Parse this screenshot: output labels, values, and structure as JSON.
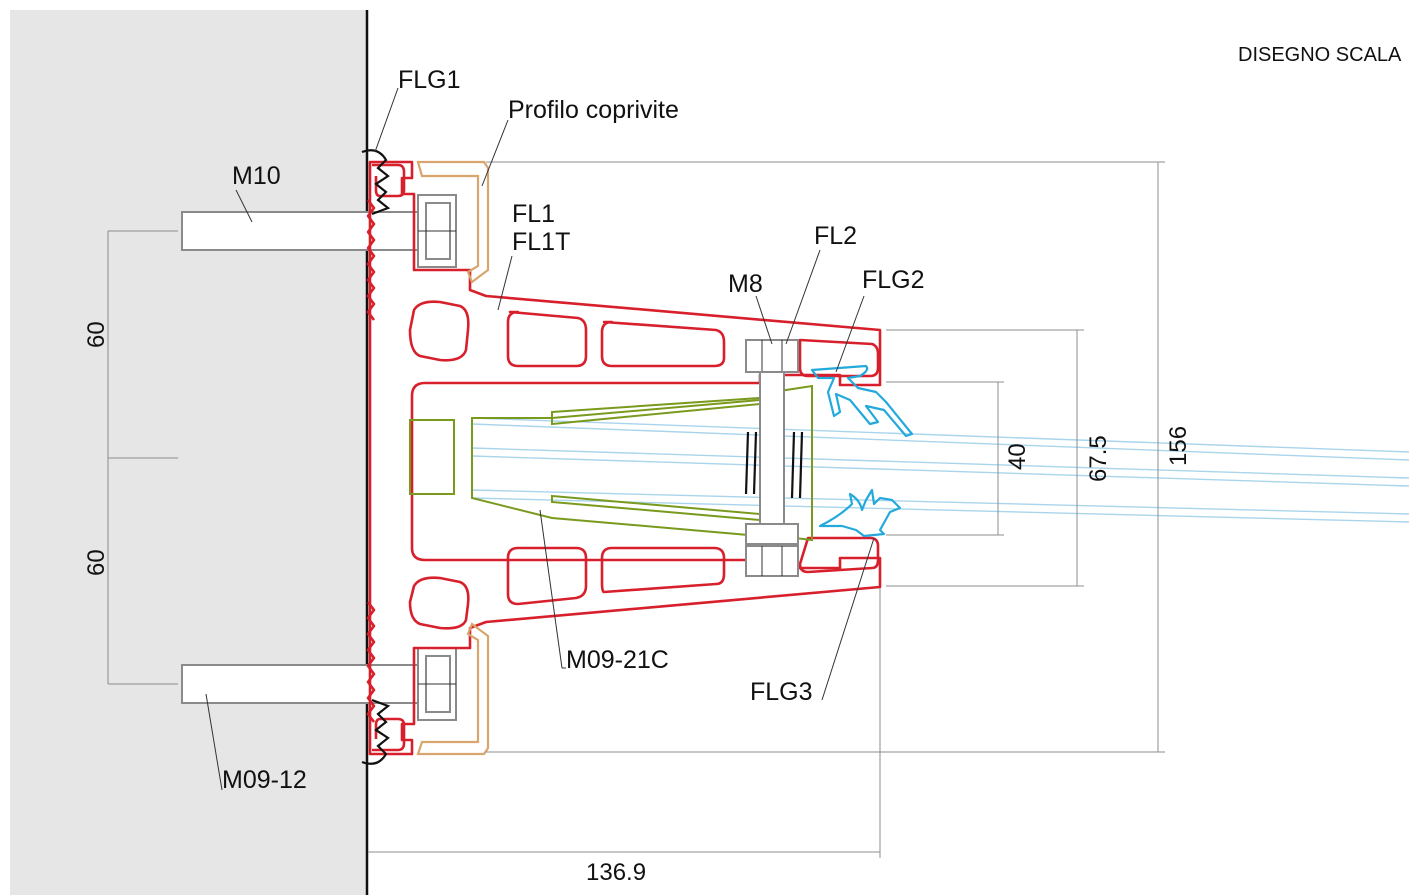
{
  "header": {
    "scale_text": "DISEGNO SCALA"
  },
  "labels": {
    "flg1": "FLG1",
    "profilo_coprivite": "Profilo coprivite",
    "m10": "M10",
    "fl1": "FL1",
    "fl1t": "FL1T",
    "fl2": "FL2",
    "m8": "M8",
    "flg2": "FLG2",
    "m09_21c": "M09-21C",
    "flg3": "FLG3",
    "m09_12": "M09-12"
  },
  "dimensions": {
    "upper_60": "60",
    "lower_60": "60",
    "d40": "40",
    "d67_5": "67.5",
    "d156": "156",
    "d136_9": "136.9"
  },
  "colors": {
    "wall": "#e6e6e6",
    "profile": "#d8202c",
    "gasket": "#23a9dc",
    "insert": "#7a9a1e",
    "cover": "#d9a56e",
    "glass": "#a9d4ec"
  }
}
